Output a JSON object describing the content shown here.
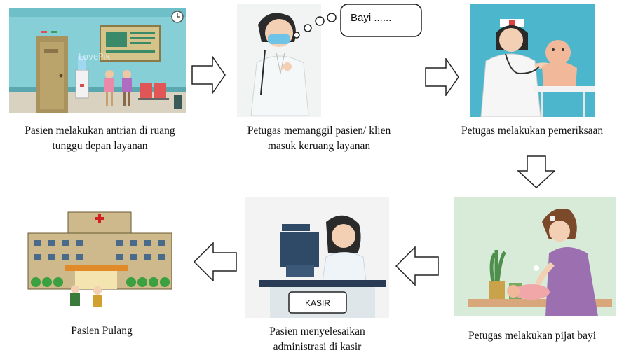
{
  "steps": [
    {
      "caption_line1": "Pasien melakukan antrian di ruang",
      "caption_line2": "tunggu depan layanan",
      "watermark": "LovePik"
    },
    {
      "caption_line1": "Petugas memanggil pasien/ klien",
      "caption_line2": "masuk keruang layanan",
      "speech": "Bayi ......"
    },
    {
      "caption_line1": "Petugas melakukan pemeriksaan",
      "caption_line2": ""
    },
    {
      "caption_line1": "Petugas melakukan pijat bayi",
      "caption_line2": ""
    },
    {
      "caption_line1": "Pasien menyelesaikan",
      "caption_line2": "administrasi di kasir",
      "sign": "KASIR"
    },
    {
      "caption_line1": "Pasien Pulang",
      "caption_line2": ""
    }
  ],
  "colors": {
    "waiting_wall": "#86cfd6",
    "exam_bg": "#4bb6cc",
    "massage_bg": "#d8ead8",
    "nurse_uniform": "#f4f8f8",
    "hospital_wall": "#cdb98c"
  }
}
